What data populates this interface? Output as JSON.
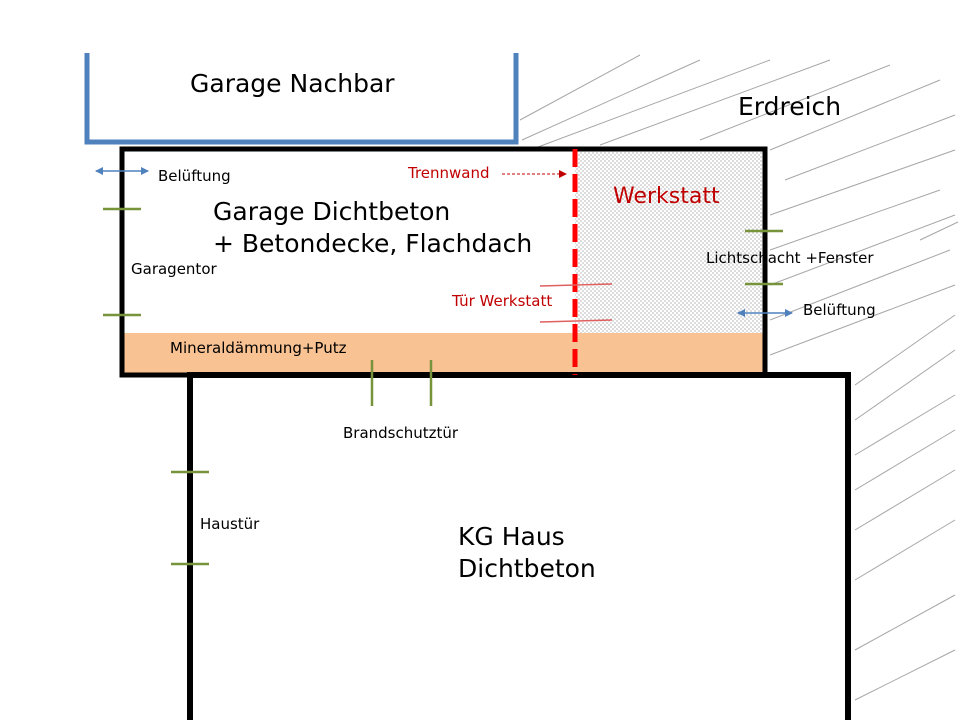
{
  "colors": {
    "wall": "#000000",
    "neighbor_wall": "#4f81bd",
    "insulation": "#f8c293",
    "partition": "#ff0000",
    "door_marks": "#77933c",
    "arrow": "#4f81bd",
    "red_text": "#c00000",
    "hatch": "#a6a6a6"
  },
  "labels": {
    "garage_nachbar": "Garage Nachbar",
    "erdreich": "Erdreich",
    "belueftung_left": "Belüftung",
    "trennwand": "Trennwand",
    "werkstatt": "Werkstatt",
    "garage_line1": "Garage Dichtbeton",
    "garage_line2": "+ Betondecke, Flachdach",
    "garagentor": "Garagentor",
    "lichtschacht": "Lichtschacht +Fenster",
    "tuer_werkstatt": "Tür Werkstatt",
    "belueftung_right": "Belüftung",
    "mineraldaemmung": "Mineraldämmung+Putz",
    "brandschutztuer": "Brandschutztür",
    "haustuer": "Haustür",
    "kg_line1": "KG Haus",
    "kg_line2": "Dichtbeton"
  }
}
